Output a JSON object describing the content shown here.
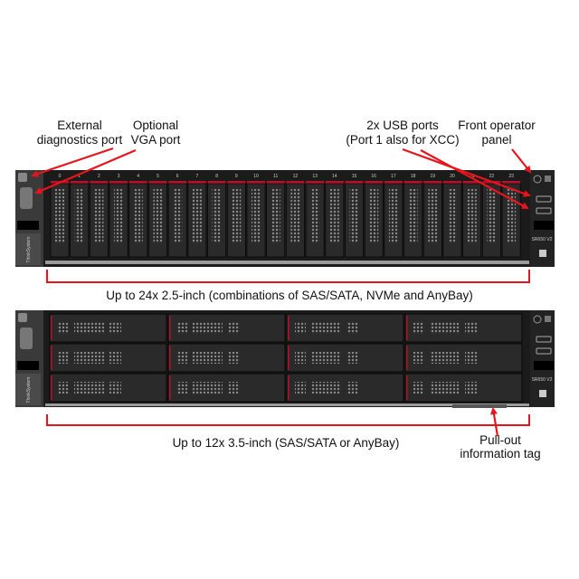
{
  "callouts": {
    "external_diagnostics": [
      "External",
      "diagnostics port"
    ],
    "vga": [
      "Optional",
      "VGA port"
    ],
    "usb": [
      "2x USB ports",
      "(Port 1 also for XCC)"
    ],
    "operator_panel": [
      "Front operator",
      "panel"
    ],
    "pullout_tag": [
      "Pull-out",
      "information tag"
    ]
  },
  "server_24bay": {
    "bay_numbers": [
      "0",
      "1",
      "2",
      "3",
      "4",
      "5",
      "6",
      "7",
      "8",
      "9",
      "10",
      "11",
      "12",
      "13",
      "14",
      "15",
      "16",
      "17",
      "18",
      "19",
      "20",
      "21",
      "22",
      "23"
    ],
    "caption": "Up to 24x 2.5-inch (combinations of SAS/SATA, NVMe and AnyBay)",
    "brand": "ThinkSystem",
    "model": "SR650 V2"
  },
  "server_12bay": {
    "rows": 3,
    "columns": 4,
    "caption": "Up to 12x 3.5-inch (SAS/SATA or AnyBay)",
    "brand": "ThinkSystem",
    "model": "SR650 V2"
  },
  "colors": {
    "arrow": "#e8141b",
    "chassis": "#1b1b1b",
    "drive": "#2a2a2a",
    "bay_accent": "#b3122a"
  }
}
